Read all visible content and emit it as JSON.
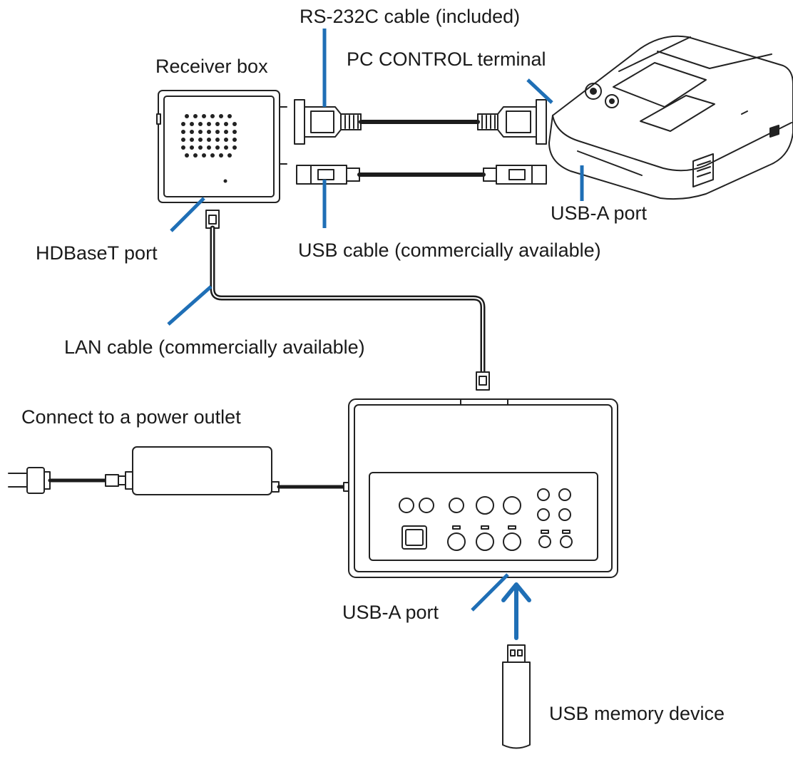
{
  "labels": {
    "rs232c_cable": "RS-232C cable (included)",
    "receiver_box": "Receiver box",
    "pc_control_terminal": "PC CONTROL terminal",
    "usb_a_port_projector": "USB-A port",
    "usb_cable": "USB cable (commercially available)",
    "hdbaset_port": "HDBaseT port",
    "lan_cable": "LAN cable (commercially available)",
    "power_outlet": "Connect to a power outlet",
    "usb_a_port_transmitter": "USB-A port",
    "usb_memory": "USB memory device"
  },
  "colors": {
    "leader_line": "#1f6fb6",
    "outline": "#222222",
    "cable": "#1c1c1c"
  }
}
